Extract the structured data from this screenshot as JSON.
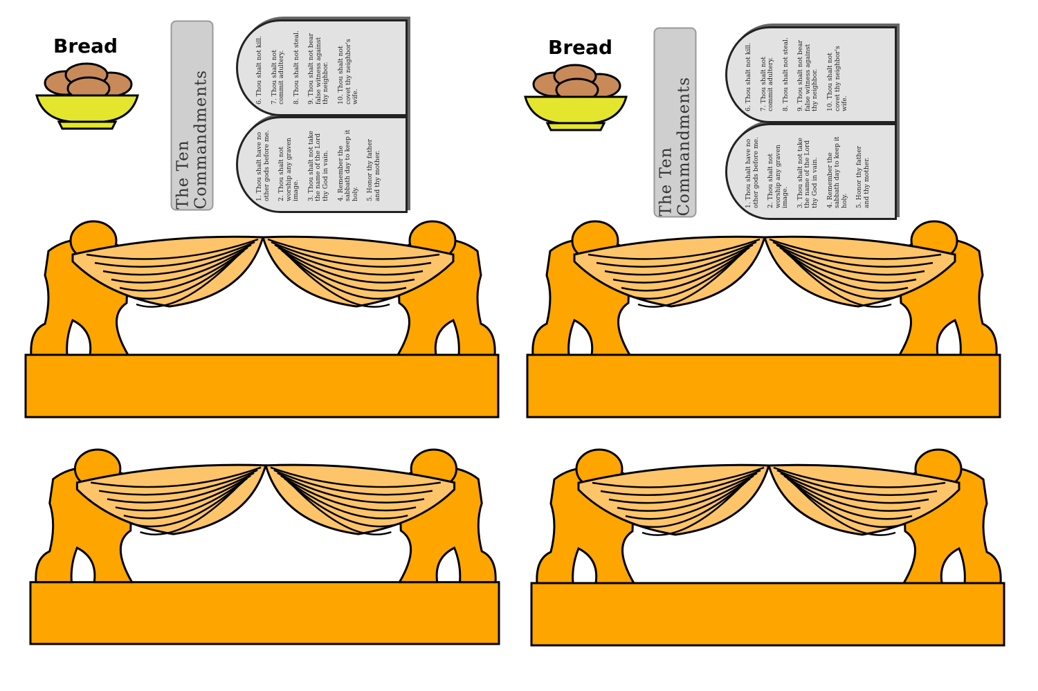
{
  "sets": [
    {
      "bread_label": "Bread",
      "scroll_title": "The Ten Commandments"
    },
    {
      "bread_label": "Bread",
      "scroll_title": "The Ten Commandments"
    }
  ],
  "commandments": {
    "left": [
      "1. Thou shalt have no other gods before me.",
      "2. Thou shalt not worship any graven image.",
      "3. Thou shalt not take the name of the Lord thy God in vain.",
      "4. Remember the sabbath day to keep it holy.",
      "5. Honor thy father and thy mother."
    ],
    "right": [
      "6. Thou shalt not kill.",
      "7. Thou shalt not commit adultery.",
      "8. Thou shalt not steal.",
      "9. Thou shalt not bear false witness against thy neighbor.",
      "10. Thou shalt not covet thy neighbor's wife."
    ]
  },
  "colors": {
    "gold": "#FFA500",
    "wing": "#FDC46A",
    "bowl": "#E4E62E",
    "bread": "#C98A5A",
    "stone": "#E2E2E2"
  }
}
